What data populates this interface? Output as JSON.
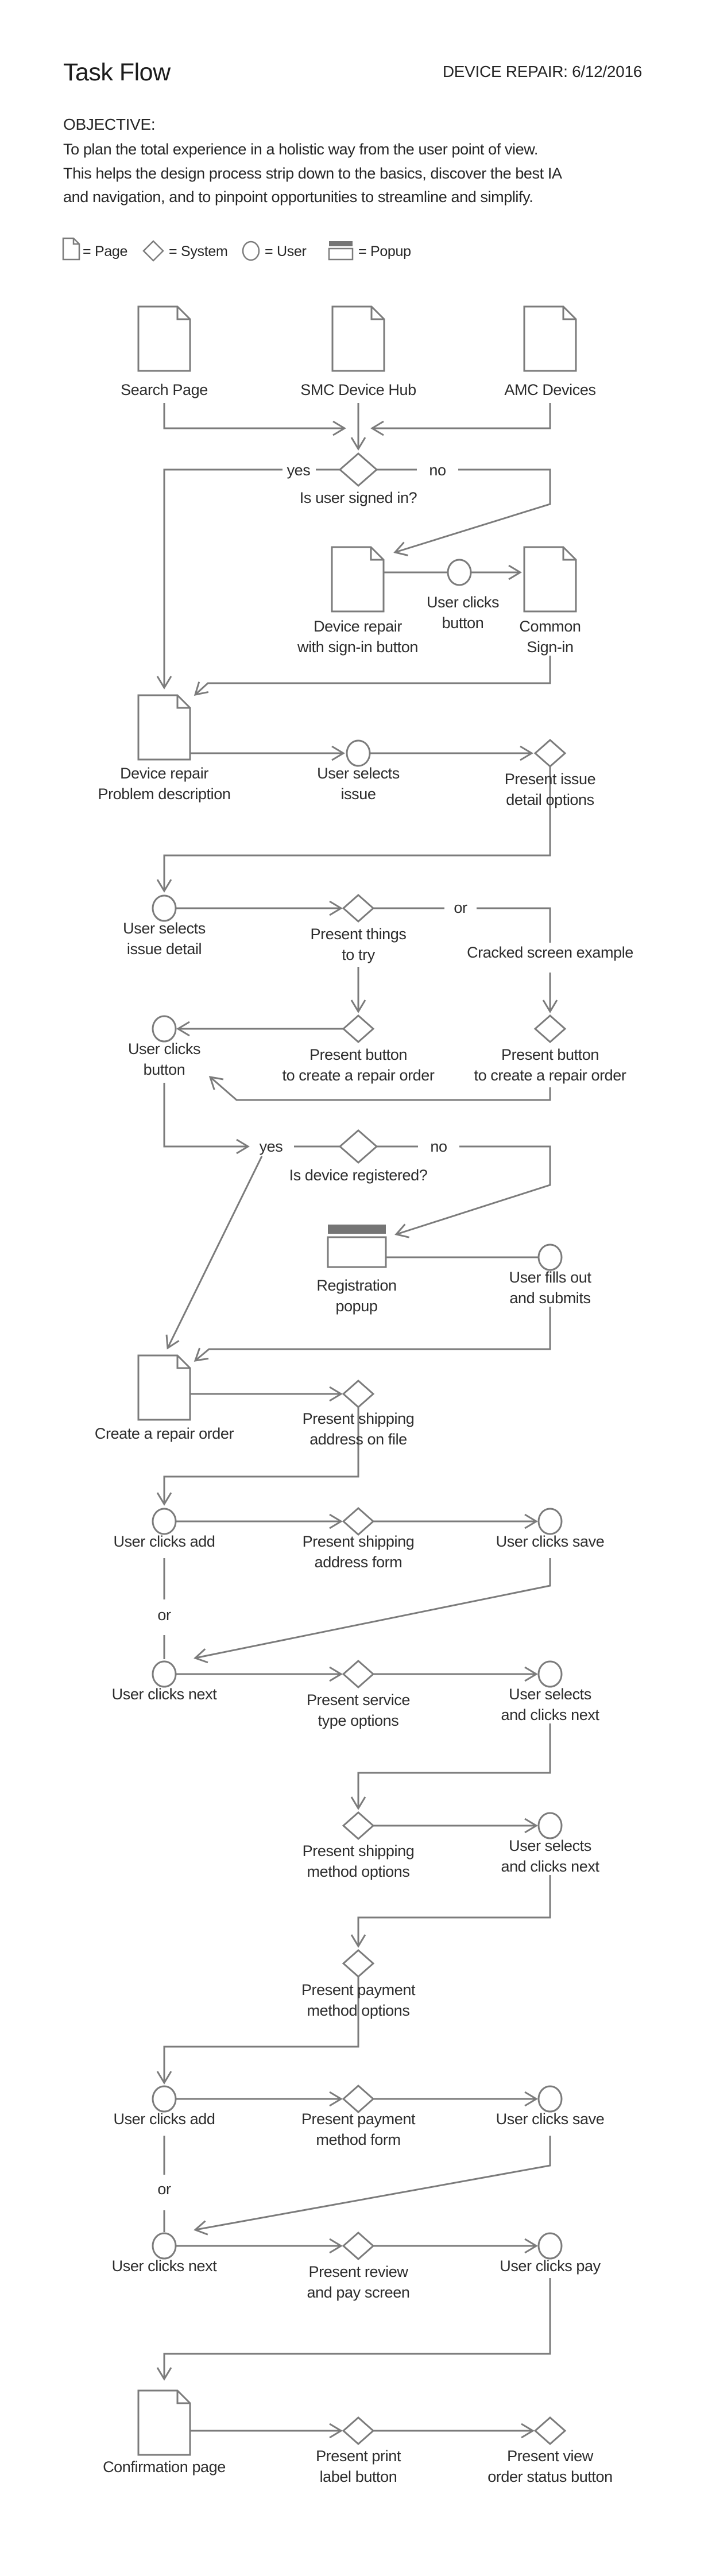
{
  "header": {
    "title": "Task Flow",
    "project": "DEVICE REPAIR:  6/12/2016",
    "objective_heading": "OBJECTIVE:",
    "objective_lines": [
      "To plan the total experience in a holistic way from the user point of view.",
      "This helps the design process strip down to the basics, discover the best IA",
      "and navigation, and to pinpoint opportunities to streamline and simplify."
    ]
  },
  "legend": {
    "page": "= Page",
    "system": "= System",
    "user": "= User",
    "popup": "= Popup"
  },
  "edge_labels": {
    "yes_1": "yes",
    "no_1": "no",
    "or_1": "or",
    "yes_2": "yes",
    "no_2": "no",
    "or_2": "or",
    "or_3": "or"
  },
  "nodes": {
    "search_page": "Search Page",
    "smc_hub": "SMC Device Hub",
    "amc_devices": "AMC Devices",
    "q_signed_in": "Is user signed in?",
    "dr_signin_1": "Device repair",
    "dr_signin_2": "with sign-in button",
    "clicks_button_a_1": "User clicks",
    "clicks_button_a_2": "button",
    "common_signin_1": "Common",
    "common_signin_2": "Sign-in",
    "dr_problem_1": "Device repair",
    "dr_problem_2": "Problem description",
    "sel_issue_1": "User selects",
    "sel_issue_2": "issue",
    "issue_detail_1": "Present issue",
    "issue_detail_2": "detail options",
    "sel_detail_1": "User selects",
    "sel_detail_2": "issue detail",
    "things_try_1": "Present things",
    "things_try_2": "to try",
    "cracked_screen": "Cracked screen example",
    "clicks_button_b_1": "User clicks",
    "clicks_button_b_2": "button",
    "btn_order_mid_1": "Present button",
    "btn_order_mid_2": "to create a repair order",
    "btn_order_right_1": "Present button",
    "btn_order_right_2": "to create a repair order",
    "q_registered": "Is device registered?",
    "reg_popup_1": "Registration",
    "reg_popup_2": "popup",
    "fills_out_1": "User fills out",
    "fills_out_2": "and submits",
    "create_order": "Create a repair order",
    "ship_file_1": "Present shipping",
    "ship_file_2": "address on file",
    "clicks_add_1": "User clicks add",
    "ship_form_1": "Present shipping",
    "ship_form_2": "address form",
    "clicks_save_1": "User clicks save",
    "clicks_next_1": "User clicks next",
    "service_1": "Present service",
    "service_2": "type options",
    "sel_clicks_1_1": "User selects",
    "sel_clicks_1_2": "and clicks next",
    "ship_method_1": "Present shipping",
    "ship_method_2": "method options",
    "sel_clicks_2_1": "User selects",
    "sel_clicks_2_2": "and clicks next",
    "pay_options_1": "Present payment",
    "pay_options_2": "method options",
    "clicks_add_2": "User clicks add",
    "pay_form_1": "Present payment",
    "pay_form_2": "method form",
    "clicks_save_2": "User clicks save",
    "clicks_next_2": "User clicks next",
    "review_1": "Present review",
    "review_2": "and pay screen",
    "clicks_pay": "User clicks pay",
    "confirmation": "Confirmation page",
    "print_1": "Present print",
    "print_2": "label button",
    "view_status_1": "Present view",
    "view_status_2": "order status button"
  },
  "colors": {
    "line": "#7b7b7b",
    "text": "#2d2d2d",
    "popup_header": "#757575",
    "background": "#ffffff"
  }
}
